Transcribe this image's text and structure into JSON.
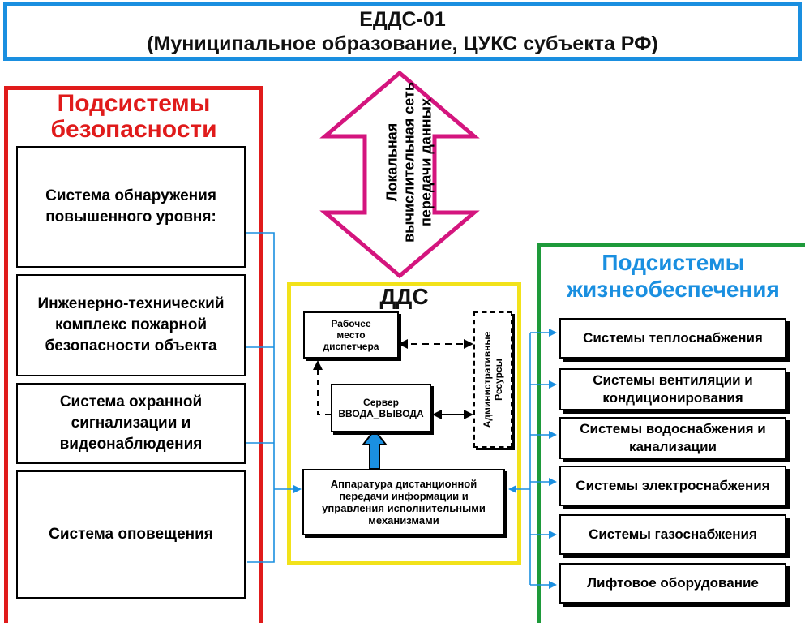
{
  "header": {
    "line1": "ЕДДС-01",
    "line2": "(Муниципальное образование, ЦУКС субъекта РФ)"
  },
  "network_arrow": {
    "label_lines": [
      "Локальная",
      "вычислительная сеть",
      "передачи данных"
    ]
  },
  "safety": {
    "title_lines": [
      "Подсистемы",
      "безопасности"
    ],
    "items": [
      {
        "lines": [
          "Система обнаружения",
          "повышенного уровня:"
        ]
      },
      {
        "lines": [
          "Инженерно-технический",
          "комплекс пожарной",
          "безопасности объекта"
        ]
      },
      {
        "lines": [
          "Система охранной",
          "сигнализации и",
          "видеонаблюдения"
        ]
      },
      {
        "lines": [
          "Система оповещения"
        ]
      }
    ]
  },
  "dds": {
    "title": "ДДС",
    "workstation_lines": [
      "Рабочее",
      "место",
      "диспетчера"
    ],
    "server_lines": [
      "Сервер",
      "ВВОДА_ВЫВОДА"
    ],
    "admin_lines": [
      "Административные",
      "Ресурсы"
    ],
    "apparatus_lines": [
      "Аппаратура дистанционной",
      "передачи информации и",
      "управления исполнительными",
      "механизмами"
    ]
  },
  "life": {
    "title_lines": [
      "Подсистемы",
      "жизнеобеспечения"
    ],
    "items": [
      {
        "lines": [
          "Системы теплоснабжения"
        ]
      },
      {
        "lines": [
          "Системы вентиляции и",
          "кондиционирования"
        ]
      },
      {
        "lines": [
          "Системы водоснабжения и",
          "канализации"
        ]
      },
      {
        "lines": [
          "Системы электроснабжения"
        ]
      },
      {
        "lines": [
          "Системы газоснабжения"
        ]
      },
      {
        "lines": [
          "Лифтовое оборудование"
        ]
      }
    ]
  },
  "colors": {
    "header_border": "#1a8fe0",
    "safety_border": "#e01b1b",
    "life_border": "#1e9a3a",
    "dds_border": "#f2e21a",
    "network_arrow": "#d4157e",
    "connector": "#1a8fe0"
  }
}
